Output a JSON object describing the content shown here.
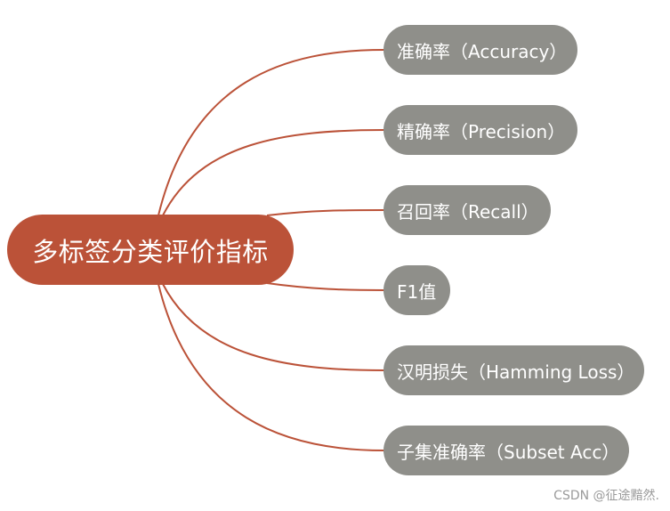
{
  "root": {
    "label": "多标签分类评价指标",
    "color": "#bb5238"
  },
  "branch_color": "#8f8f8a",
  "connector_color": "#bb5238",
  "branches": [
    {
      "label": "准确率（Accuracy）"
    },
    {
      "label": "精确率（Precision）"
    },
    {
      "label": "召回率（Recall）"
    },
    {
      "label": "F1值"
    },
    {
      "label": "汉明损失（Hamming Loss）"
    },
    {
      "label": "子集准确率（Subset Acc）"
    }
  ],
  "watermark": "CSDN @征途黯然."
}
